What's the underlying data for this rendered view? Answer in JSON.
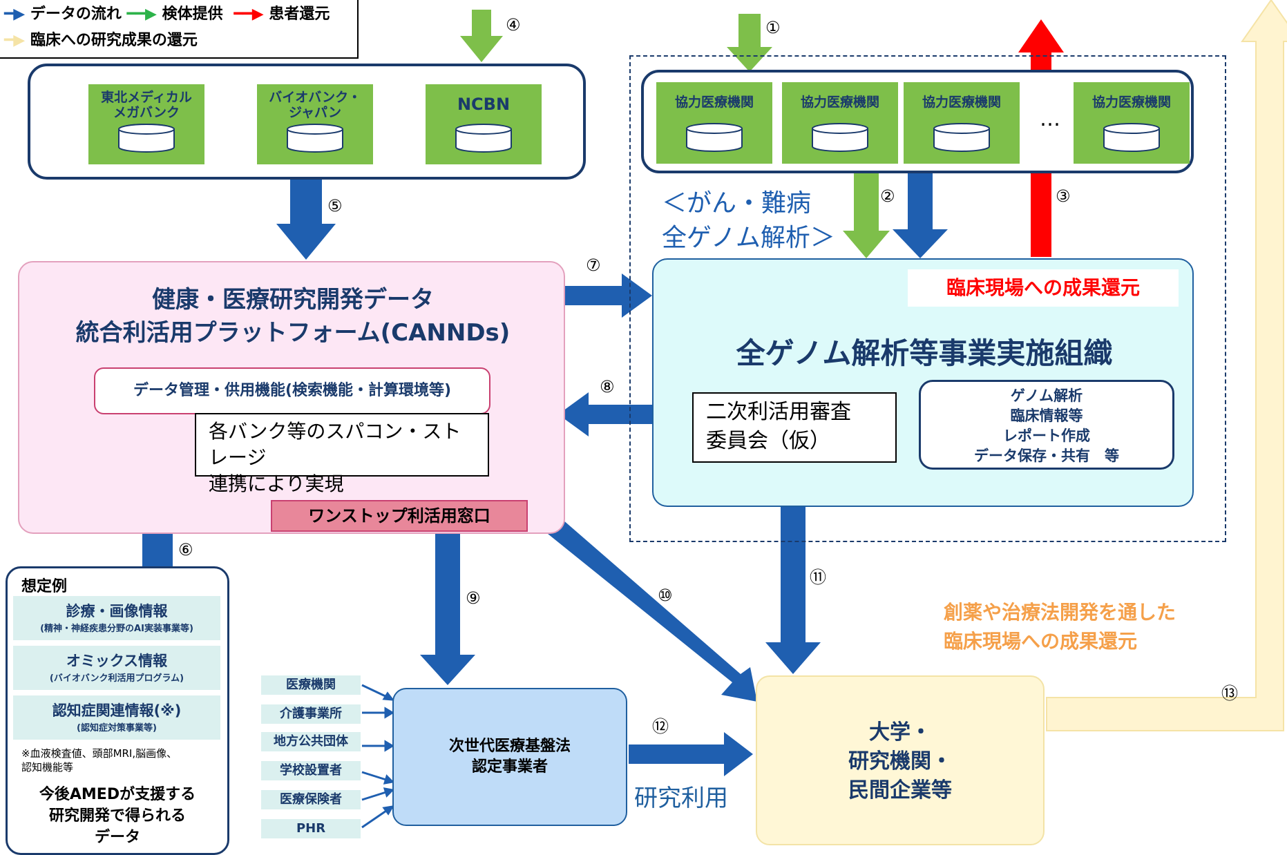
{
  "legend": {
    "data_flow": "データの流れ",
    "specimen": "検体提供",
    "patient": "患者還元",
    "research": "臨床への研究成果の還元"
  },
  "numbers": [
    "①",
    "②",
    "③",
    "④",
    "⑤",
    "⑥",
    "⑦",
    "⑧",
    "⑨",
    "⑩",
    "⑪",
    "⑫",
    "⑬"
  ],
  "banks": {
    "tohoku": "東北メディカル\nメガバンク",
    "biobank": "バイオバンク・\nジャパン",
    "ncbn": "NCBN"
  },
  "hospitals": [
    "協力医療機関",
    "協力医療機関",
    "協力医療機関",
    "協力医療機関"
  ],
  "ellipsis": "…",
  "genome_label": "＜がん・難病\n全ゲノム解析＞",
  "canndS": {
    "title": "健康・医療研究開発データ\n統合利活用プラットフォーム(CANNDs)",
    "mgmt": "データ管理・供用機能(検索機能・計算環境等)",
    "note": "各バンク等のスパコン・ストレージ\n連携により実現",
    "window": "ワンストップ利活用窓口"
  },
  "org": {
    "return_label": "臨床現場への成果還元",
    "title": "全ゲノム解析等事業実施組織",
    "committee": "二次利活用審査\n委員会（仮）",
    "tasks": "ゲノム解析\n臨床情報等\nレポート作成\nデータ保存・共有　等"
  },
  "examples": {
    "heading": "想定例",
    "items": [
      {
        "title": "診療・画像情報",
        "sub": "(精神・神経疾患分野のAI実装事業等)"
      },
      {
        "title": "オミックス情報",
        "sub": "(バイオバンク利活用プログラム)"
      },
      {
        "title": "認知症関連情報(※)",
        "sub": "(認知症対策事業等)"
      }
    ],
    "footnote": "※血液検査値、頭部MRI,脳画像、\n認知機能等",
    "bottom": "今後AMEDが支援する\n研究開発で得られる\nデータ"
  },
  "sources": [
    "医療機関",
    "介護事業所",
    "地方公共団体",
    "学校設置者",
    "医療保険者",
    "PHR"
  ],
  "certified": "次世代医療基盤法\n認定事業者",
  "research_use": "研究利用",
  "university": "大学・\n研究機関・\n民間企業等",
  "drug_return": "創薬や治療法開発を通した\n臨床現場への成果還元",
  "colors": {
    "navy": "#1a3a6b",
    "blue_arrow": "#1f5fb0",
    "green": "#7ebf4a",
    "red": "#ff0000",
    "orange": "#f5a04a",
    "cream": "#fff7d6"
  }
}
